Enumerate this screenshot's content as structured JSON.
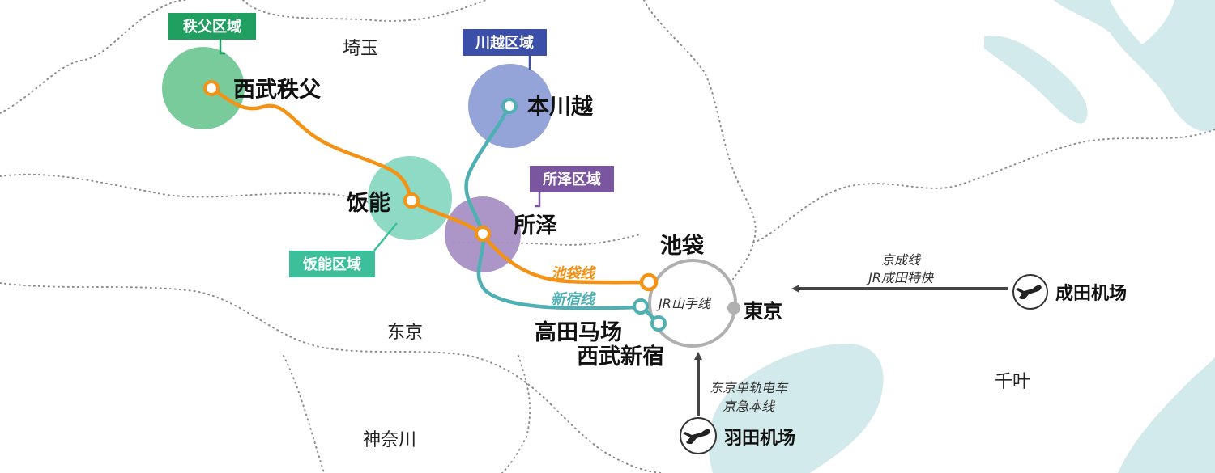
{
  "colors": {
    "water": "#d3eaec",
    "chichibu_zone": "#6cc591",
    "hanno_zone": "#82d6be",
    "kawagoe_zone": "#8e9ed6",
    "tokorozawa_zone": "#a690c4",
    "chichibu_tag": "#1fa060",
    "hanno_tag": "#3cbf9a",
    "kawagoe_tag": "#3b4ea8",
    "tokorozawa_tag": "#7a55a0",
    "ikebukuro_line": "#f39214",
    "shinjuku_line": "#4fb0b3",
    "jr_yamanote": "#b0b0b0",
    "arrow": "#444444",
    "border": "#8c8c8c"
  },
  "prefectures": {
    "saitama": "埼玉",
    "tokyo": "东京",
    "kanagawa": "神奈川",
    "chiba": "千叶"
  },
  "zones": {
    "chichibu": "秩父区域",
    "hanno": "饭能区域",
    "kawagoe": "川越区域",
    "tokorozawa": "所泽区域"
  },
  "stations": {
    "seibu_chichibu": "西武秩父",
    "hanno": "饭能",
    "hon_kawagoe": "本川越",
    "tokorozawa": "所泽",
    "ikebukuro": "池袋",
    "takadanobaba": "高田马场",
    "seibu_shinjuku": "西武新宿",
    "tokyo": "東京"
  },
  "lines": {
    "ikebukuro": "池袋线",
    "shinjuku": "新宿线",
    "yamanote": "JR山手线"
  },
  "airports": {
    "narita": "成田机场",
    "haneda": "羽田机场",
    "narita_icon": "airplane-icon",
    "haneda_icon": "airplane-icon"
  },
  "routes": {
    "narita_line1": "京成线",
    "narita_line2": "JR成田特快",
    "haneda_line1": "东京单轨电车",
    "haneda_line2": "京急本线"
  }
}
